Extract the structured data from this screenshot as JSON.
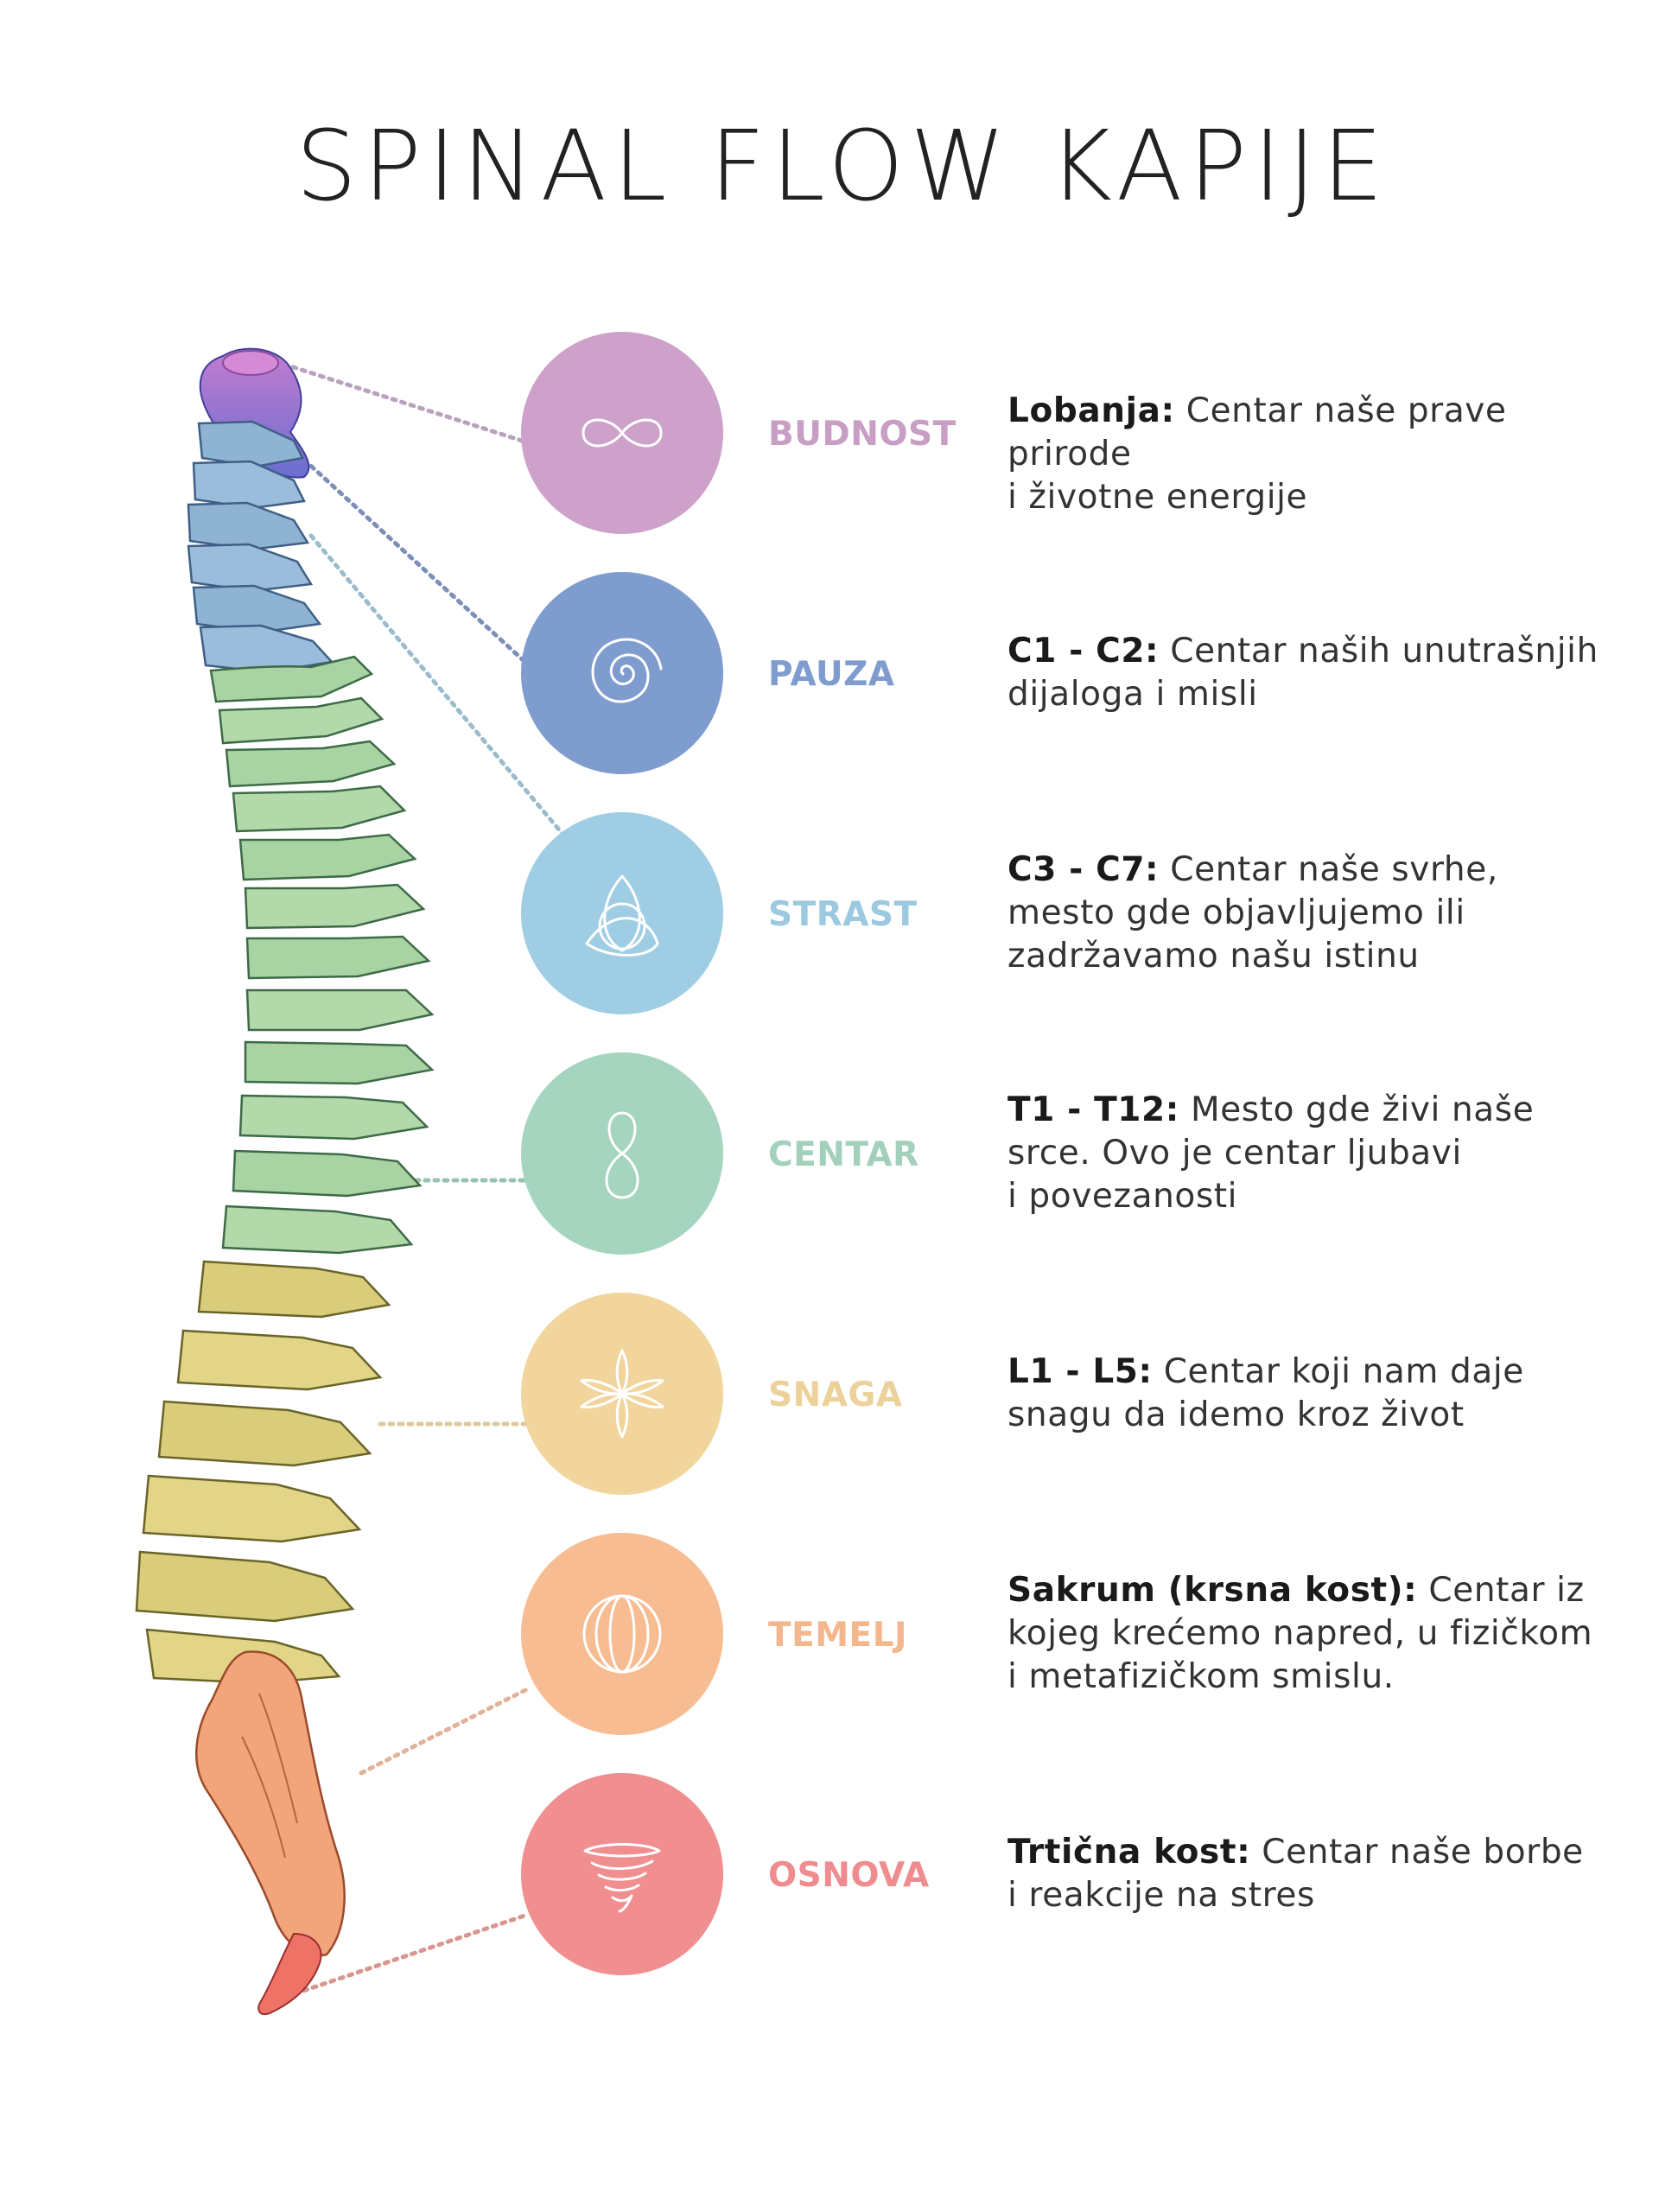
{
  "title": "SPINAL FLOW KAPIJE",
  "gates": [
    {
      "name": "BUDNOST",
      "region": "Lobanja:",
      "desc_lines": [
        "Centar naše prave prirode",
        "i životne energije"
      ],
      "color": "#cda1c9",
      "name_color": "#c89ec4",
      "icon": "infinity-icon"
    },
    {
      "name": "PAUZA",
      "region": "C1 - C2:",
      "desc_lines": [
        "Centar naših unutrašnjih",
        "dijaloga i misli"
      ],
      "color": "#7e9ccd",
      "name_color": "#7e9ccd",
      "icon": "spiral-icon"
    },
    {
      "name": "STRAST",
      "region": "C3 - C7:",
      "desc_lines": [
        "Centar naše svrhe,",
        "mesto gde objavljujemo ili",
        "zadržavamo našu istinu"
      ],
      "color": "#9fcde3",
      "name_color": "#9cc9df",
      "icon": "triquetra-icon"
    },
    {
      "name": "CENTAR",
      "region": "T1 - T12:",
      "desc_lines": [
        "Mesto gde živi naše",
        "srce. Ovo je centar ljubavi",
        "i povezanosti"
      ],
      "color": "#a5d4bf",
      "name_color": "#a2d0bb",
      "icon": "figure-eight-icon"
    },
    {
      "name": "SNAGA",
      "region": "L1 - L5:",
      "desc_lines": [
        "Centar koji nam daje",
        "snagu da idemo kroz život"
      ],
      "color": "#f1d59c",
      "name_color": "#ecd29a",
      "icon": "flower-icon"
    },
    {
      "name": "TEMELJ",
      "region": "Sakrum (krsna kost):",
      "desc_lines": [
        "Centar iz",
        "kojeg krećemo napred, u fizičkom",
        "i metafizičkom smislu."
      ],
      "color": "#f7bc91",
      "name_color": "#f4b78d",
      "icon": "rings-icon"
    },
    {
      "name": "OSNOVA",
      "region": "Trtična kost:",
      "desc_lines": [
        "Centar naše borbe",
        "i reakcije na stres"
      ],
      "color": "#f08e90",
      "name_color": "#ee8c8f",
      "icon": "vortex-icon"
    }
  ]
}
